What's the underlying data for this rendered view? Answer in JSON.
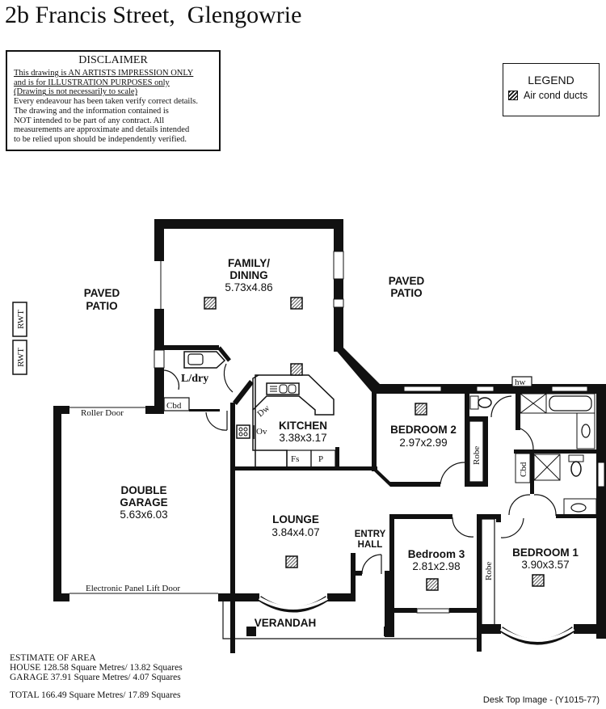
{
  "title": "2b Francis Street,  Glengowrie",
  "disclaimer": {
    "heading": "DISCLAIMER",
    "underlined_lines": [
      "This drawing is AN ARTISTS IMPRESSION ONLY",
      "and is for ILLUSTRATION PURPOSES only",
      "(Drawing is not necessarily to scale)"
    ],
    "lines": [
      "Every endeavour has been taken verify correct details.",
      "The drawing and the information contained is",
      "NOT intended to be part of any contract.  All",
      "measurements are approximate and details intended",
      "to be relied upon should be independently verified."
    ]
  },
  "legend": {
    "heading": "LEGEND",
    "items": [
      {
        "icon": "air-cond-duct-icon",
        "label": "Air cond ducts"
      }
    ]
  },
  "rooms": {
    "family": {
      "name1": "FAMILY/",
      "name2": "DINING",
      "dims": "5.73x4.86"
    },
    "kitchen": {
      "name": "KITCHEN",
      "dims": "3.38x3.17"
    },
    "bedroom2": {
      "name": "BEDROOM 2",
      "dims": "2.97x2.99"
    },
    "garage": {
      "name1": "DOUBLE",
      "name2": "GARAGE",
      "dims": "5.63x6.03"
    },
    "lounge": {
      "name": "LOUNGE",
      "dims": "3.84x4.07"
    },
    "entry": {
      "name1": "ENTRY",
      "name2": "HALL"
    },
    "bedroom3": {
      "name": "Bedroom 3",
      "dims": "2.81x2.98"
    },
    "bedroom1": {
      "name": "BEDROOM 1",
      "dims": "3.90x3.57"
    },
    "verandah": {
      "name": "VERANDAH"
    },
    "laundry": {
      "name": "L/dry"
    },
    "patio_left": {
      "name1": "PAVED",
      "name2": "PATIO"
    },
    "patio_right": {
      "name1": "PAVED",
      "name2": "PATIO"
    }
  },
  "fixtures": {
    "rwt": "RWT",
    "cbd": "Cbd",
    "hw": "hw",
    "robe": "Robe",
    "dw": "Dw",
    "ov": "Ov",
    "fs": "Fs",
    "pantry": "P",
    "roller_door": "Roller Door",
    "panel_door": "Electronic Panel Lift Door"
  },
  "area": {
    "heading": "ESTIMATE OF AREA",
    "house": "HOUSE  128.58 Square Metres/ 13.82 Squares",
    "garage": "GARAGE  37.91 Square Metres/ 4.07 Squares",
    "total": "TOTAL  166.49 Square Metres/ 17.89 Squares"
  },
  "footer": "Desk Top Image - (Y1015-77)"
}
